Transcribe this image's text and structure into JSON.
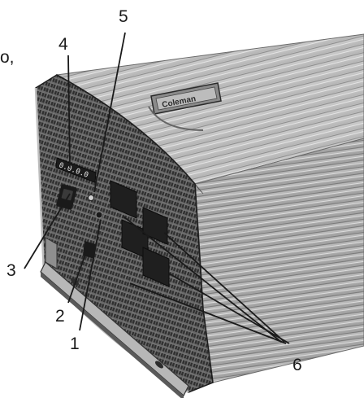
{
  "image": {
    "brand_text": "Coleman",
    "left_edge_fragment": "o,",
    "display_reading": "0.0.0.0",
    "callouts": {
      "c1": "1",
      "c2": "2",
      "c3": "3",
      "c4": "4",
      "c5": "5",
      "c6": "6"
    },
    "colors": {
      "panel": "#9a9a9a",
      "panel_dark": "#3c3c3c",
      "fins": "#bdbdbd",
      "outline": "#1a1a1a"
    }
  }
}
